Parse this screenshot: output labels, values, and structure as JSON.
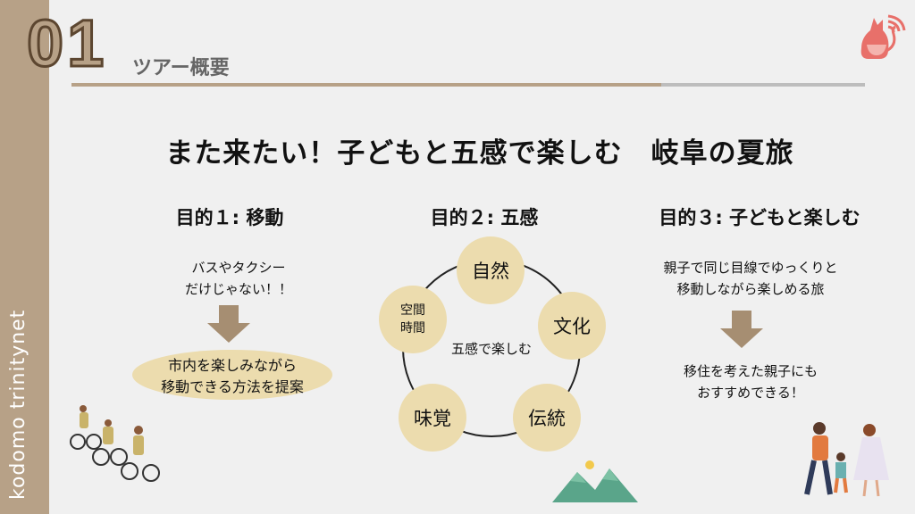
{
  "sidebar": {
    "brand": "kodomo trinitynet"
  },
  "header": {
    "number": "01",
    "section": "ツアー概要"
  },
  "title": "また来たい！子どもと五感で楽しむ　岐阜の夏旅",
  "goals": [
    {
      "label": "目的１: 移動",
      "lines": [
        "バスやタクシー",
        "だけじゃない！！"
      ],
      "result": [
        "市内を楽しみながら",
        "移動できる方法を提案"
      ]
    },
    {
      "label": "目的２: 五感",
      "center": "五感で楽しむ",
      "senses": [
        "自然",
        "文化",
        "伝統",
        "味覚"
      ],
      "space": [
        "空間",
        "時間"
      ]
    },
    {
      "label": "目的３: 子どもと楽しむ",
      "lines": [
        "親子で同じ目線でゆっくりと",
        "移動しながら楽しめる旅"
      ],
      "result": [
        "移住を考えた親子にも",
        "おすすめできる！"
      ]
    }
  ],
  "colors": {
    "accent": "#b7a187",
    "circle": "#ecdcae",
    "logo": "#e8706a"
  }
}
